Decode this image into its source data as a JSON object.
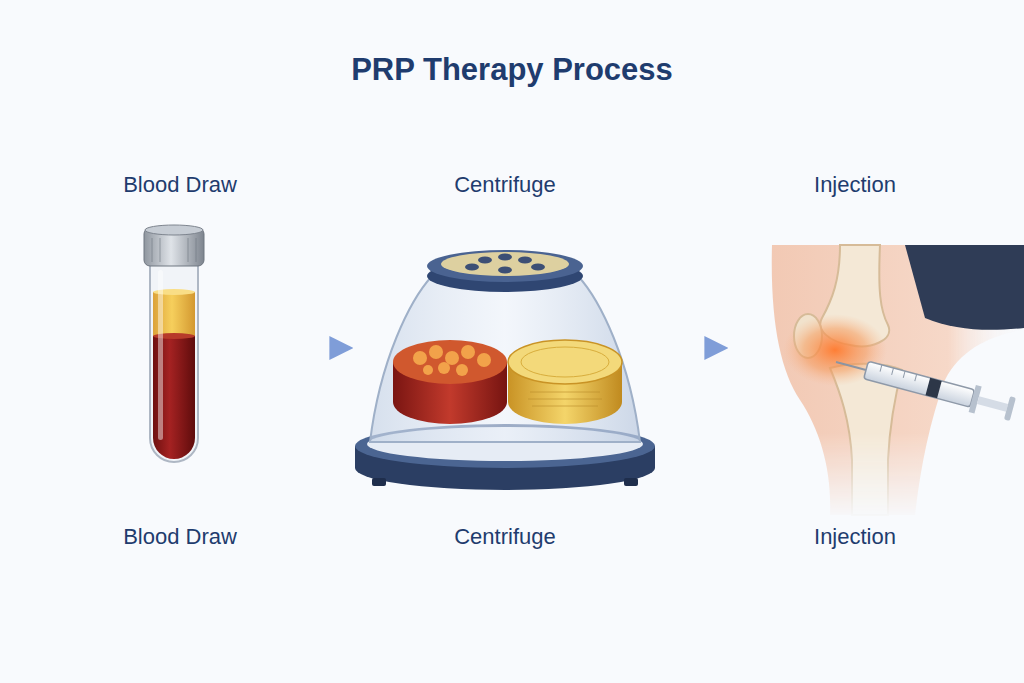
{
  "diagram": {
    "title": "PRP Therapy Process",
    "nodes": [
      {
        "text": [
          "Blood Draw",
          "Blood Draw"
        ]
      },
      {
        "text": [
          "Centrifuge",
          "Centrifuge"
        ]
      },
      {
        "text": [
          "Injection",
          "Injection"
        ]
      }
    ],
    "edges": [
      {
        "from": 0,
        "to": 1,
        "arrow": "to"
      },
      {
        "from": 1,
        "to": 2,
        "arrow": "to"
      }
    ]
  }
}
